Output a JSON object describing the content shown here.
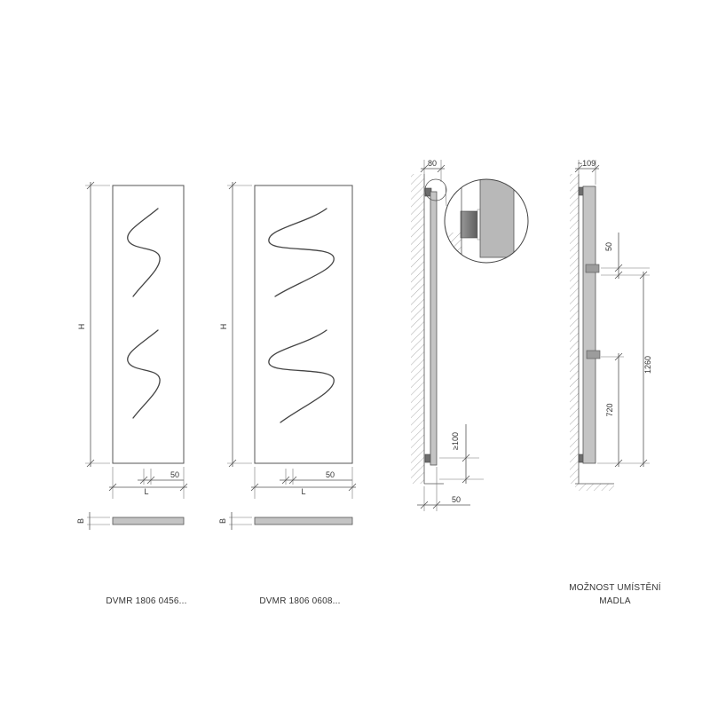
{
  "front_views": [
    {
      "height_label": "H",
      "length_label": "L",
      "offset_label": "50",
      "depth_label": "B",
      "model_label": "DVMR 1806 0456..."
    },
    {
      "height_label": "H",
      "length_label": "L",
      "offset_label": "50",
      "depth_label": "B",
      "model_label": "DVMR 1806 0608..."
    }
  ],
  "side_view": {
    "depth_label": "80",
    "floor_gap_label": "≥100",
    "wall_gap_label": "50"
  },
  "handle_view": {
    "depth_label": "~109",
    "top_offset_label": "50",
    "span_label": "1260",
    "height_label": "720",
    "caption_line1": "MOŽNOST UMÍSTĚNÍ",
    "caption_line2": "MADLA"
  }
}
